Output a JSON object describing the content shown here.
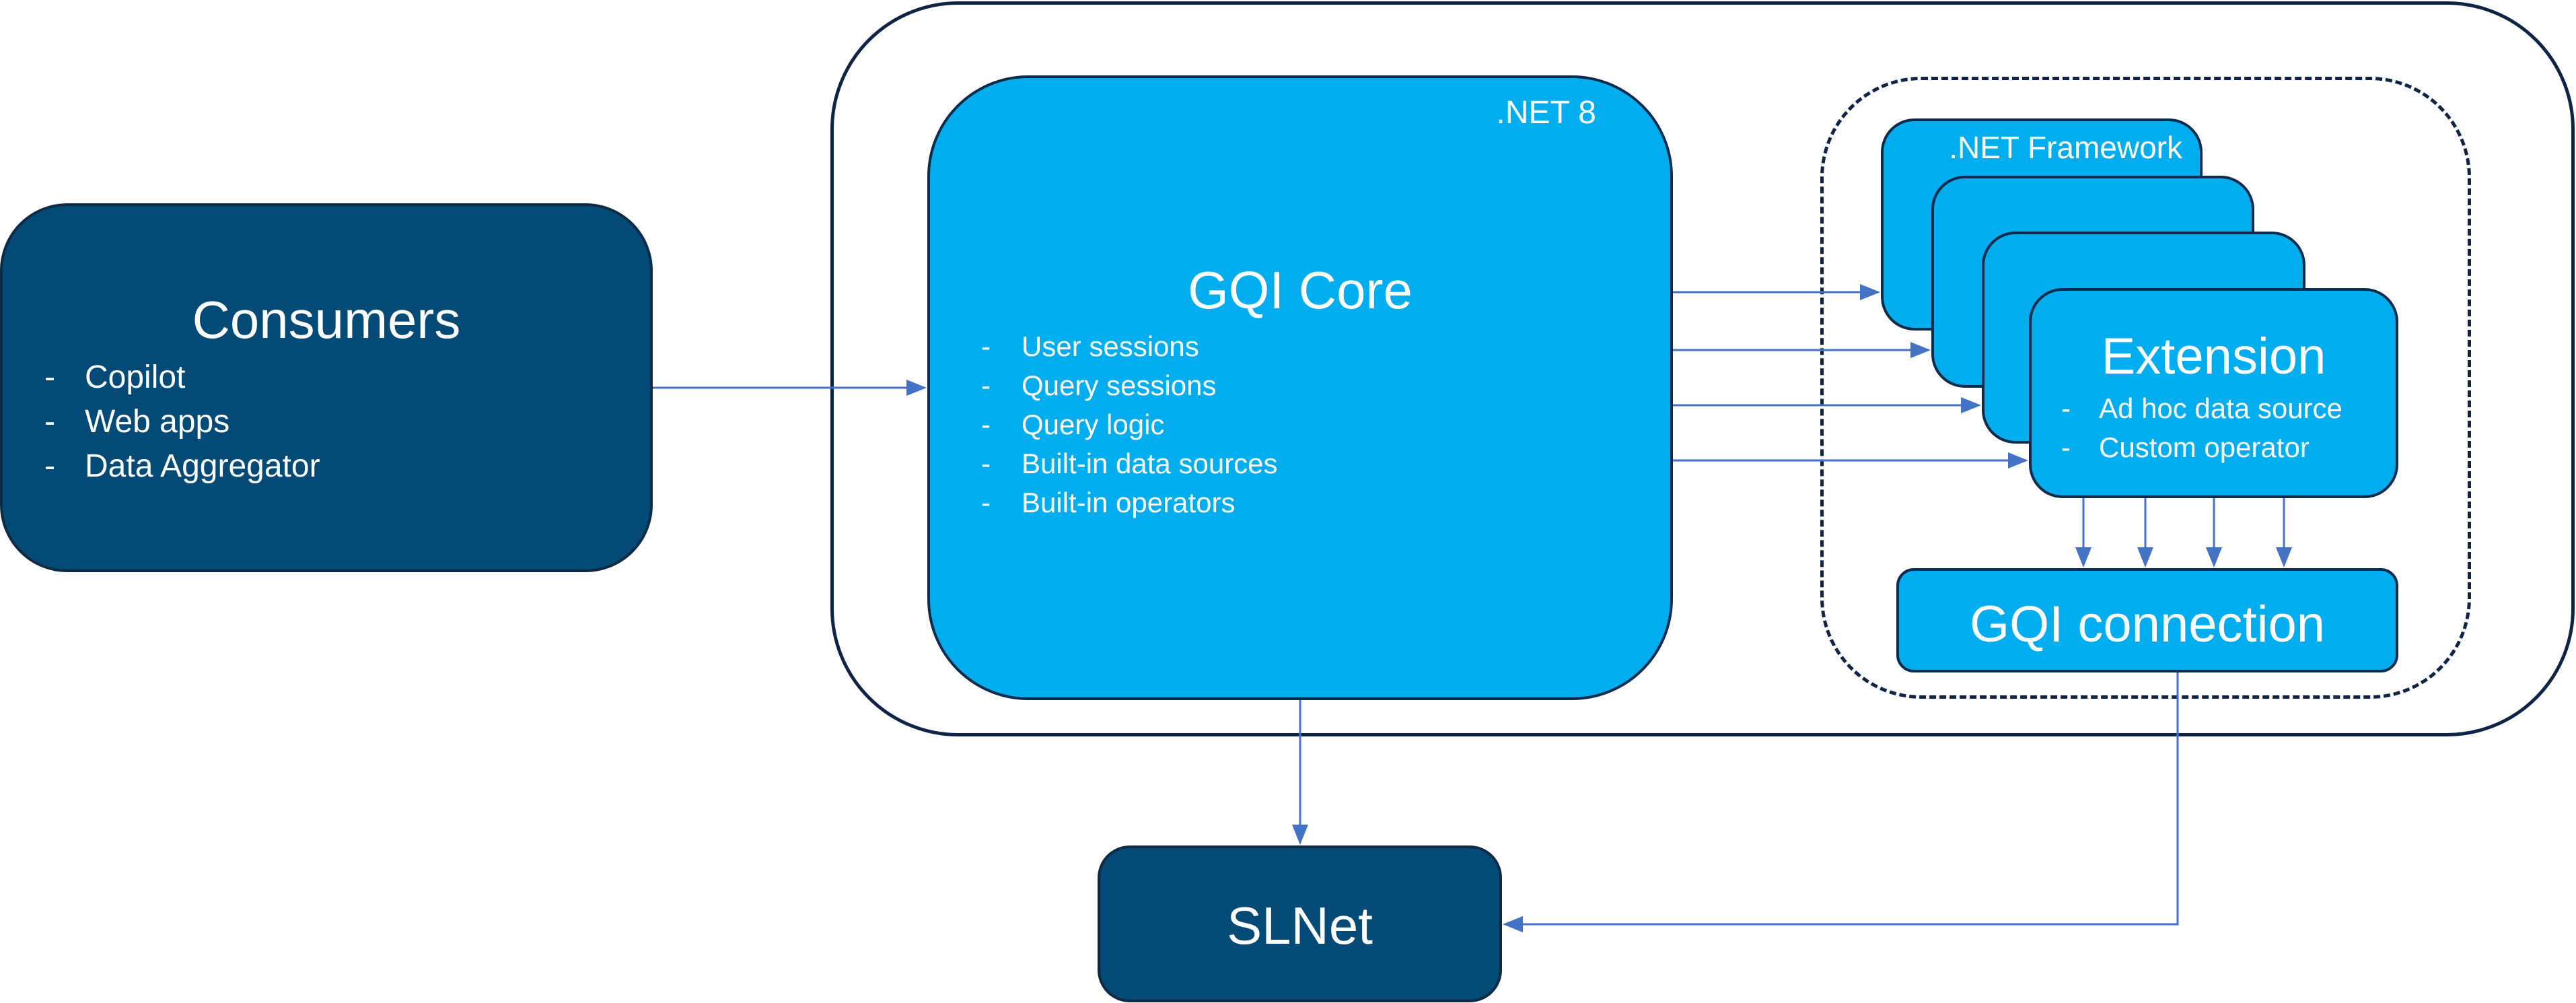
{
  "consumers": {
    "title": "Consumers",
    "items": [
      "Copilot",
      "Web apps",
      "Data Aggregator"
    ]
  },
  "core": {
    "tag": ".NET 8",
    "title": "GQI Core",
    "items": [
      "User sessions",
      "Query sessions",
      "Query logic",
      "Built-in data sources",
      "Built-in operators"
    ]
  },
  "extension": {
    "tag": ".NET Framework",
    "title": "Extension",
    "items": [
      "Ad hoc data source",
      "Custom operator"
    ]
  },
  "gqi_connection": {
    "title": "GQI connection"
  },
  "slnet": {
    "title": "SLNet"
  },
  "colors": {
    "dark_box": "#034a76",
    "light_box": "#00aeef",
    "border": "#0e2447",
    "arrow": "#4472c4"
  }
}
